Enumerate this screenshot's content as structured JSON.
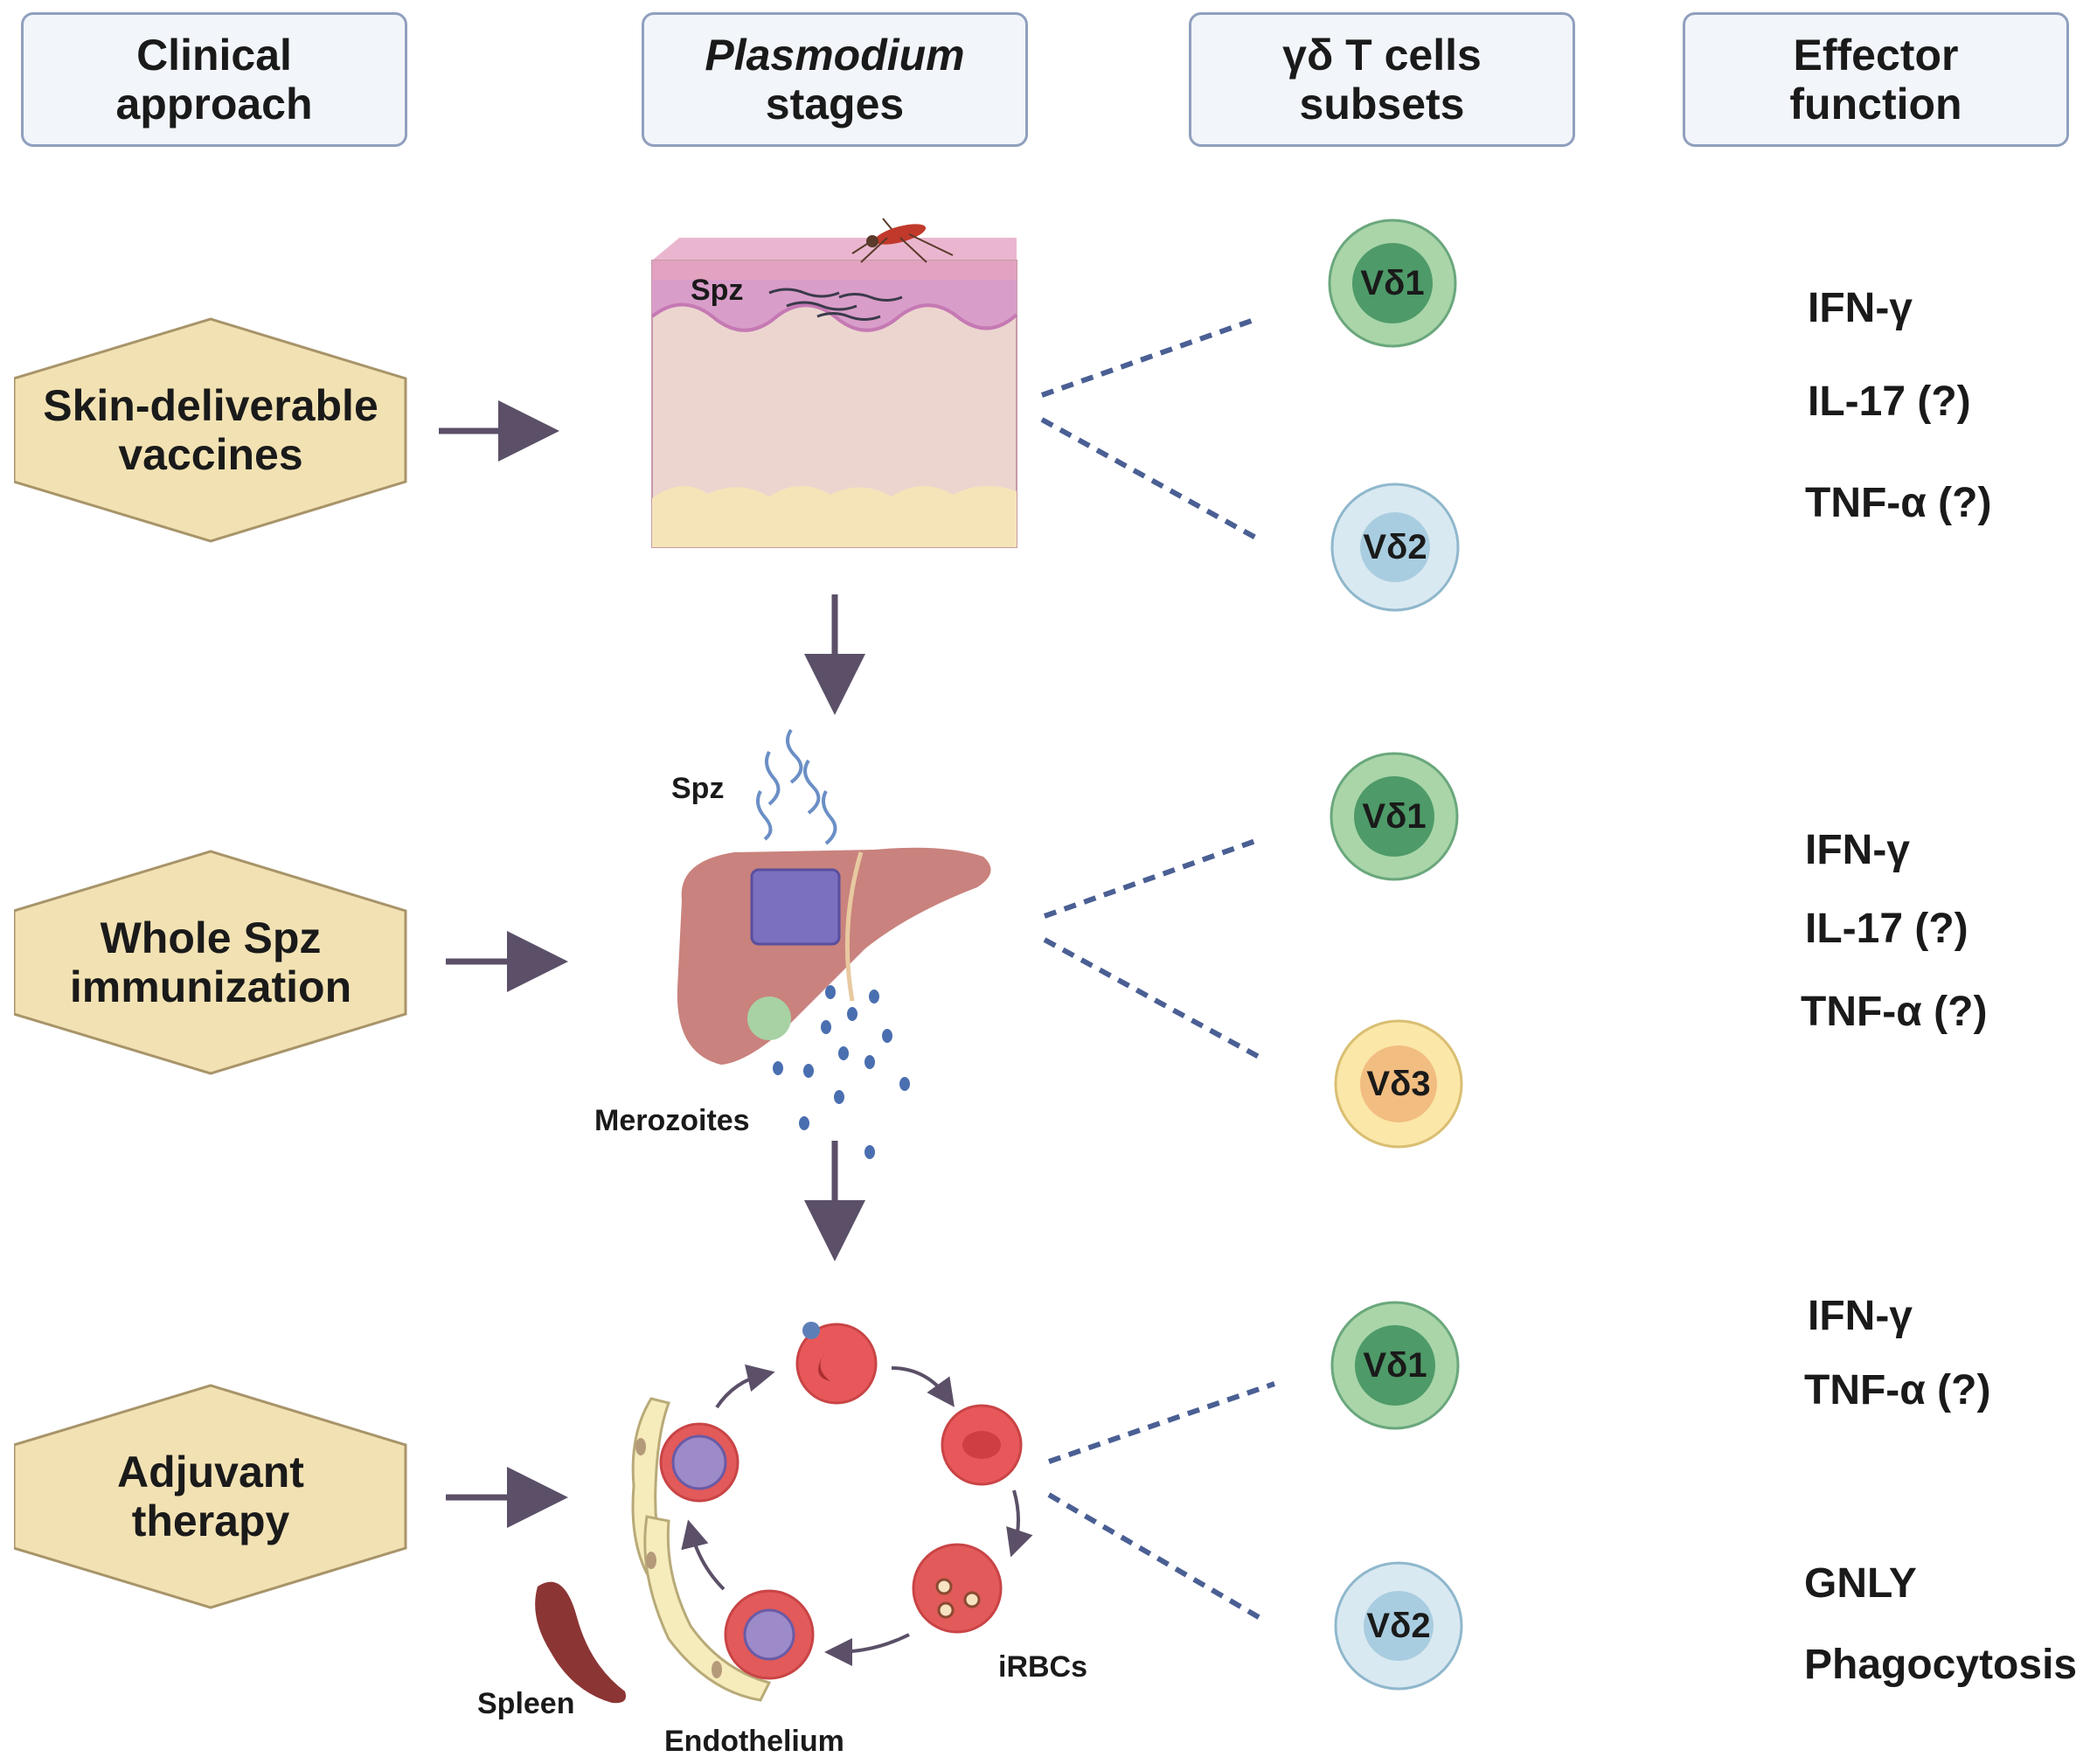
{
  "headers": {
    "clinical": [
      "Clinical",
      "approach"
    ],
    "plasmodium": [
      "Plasmodium",
      "stages"
    ],
    "gd": [
      "γδ T cells",
      "subsets"
    ],
    "effector": [
      "Effector",
      "function"
    ]
  },
  "approaches": [
    [
      "Skin-deliverable",
      "vaccines"
    ],
    [
      "Whole Spz",
      "immunization"
    ],
    [
      "Adjuvant",
      "therapy"
    ]
  ],
  "stage_labels": {
    "skin_spz": "Spz",
    "liver_spz": "Spz",
    "merozoites": "Merozoites",
    "spleen": "Spleen",
    "endothelium": "Endothelium",
    "irbcs": "iRBCs"
  },
  "cells": [
    {
      "label": "Vδ1",
      "type": "vd1"
    },
    {
      "label": "Vδ2",
      "type": "vd2"
    },
    {
      "label": "Vδ1",
      "type": "vd1"
    },
    {
      "label": "Vδ3",
      "type": "vd3"
    },
    {
      "label": "Vδ1",
      "type": "vd1"
    },
    {
      "label": "Vδ2",
      "type": "vd2"
    }
  ],
  "effectors": {
    "skin": [
      "IFN-γ",
      "IL-17 (?)",
      "TNF-α (?)"
    ],
    "liver": [
      "IFN-γ",
      "IL-17 (?)",
      "TNF-α (?)"
    ],
    "blood": [
      "IFN-γ",
      "TNF-α (?)",
      "GNLY",
      "Phagocytosis"
    ]
  },
  "colors": {
    "header_fill": "#f2f5fa",
    "header_border": "#8fa0bd",
    "hex_fill": "#f2e2b3",
    "hex_border": "#a8946a",
    "arrow": "#5b5068",
    "dash": "#4a5f93",
    "vd1_outer": "#a9d5a9",
    "vd1_inner": "#4e9a68",
    "vd2_outer": "#d9e9f1",
    "vd2_inner": "#a9cde0",
    "vd3_outer": "#fbe7a8",
    "vd3_inner": "#f2bd80",
    "liver": "#c9827d",
    "rbc": "#e8585a",
    "spleen": "#8c3535"
  }
}
